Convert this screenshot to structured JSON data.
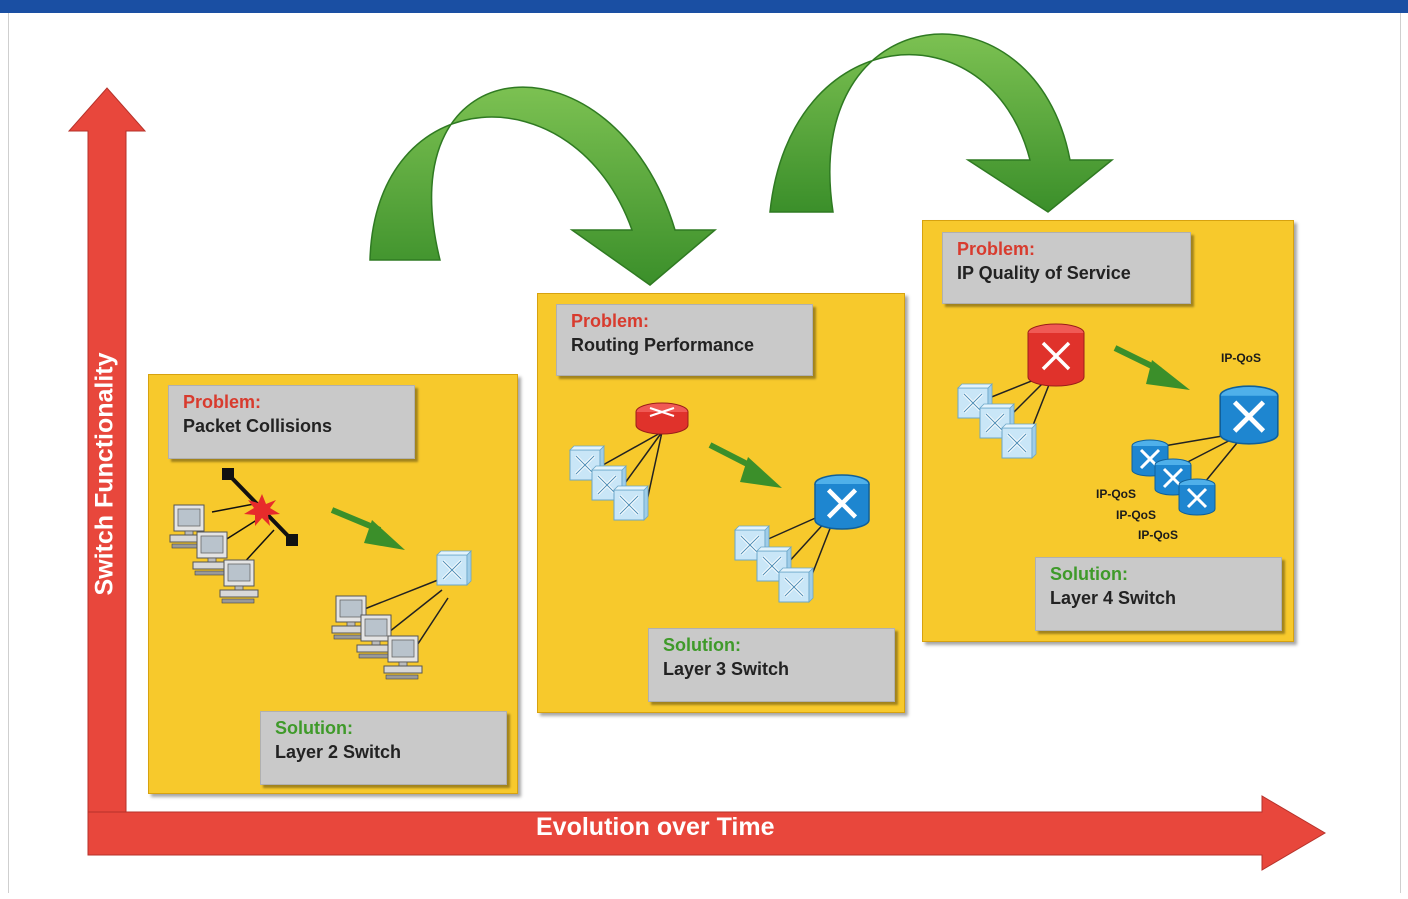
{
  "axes": {
    "x_label": "Evolution over Time",
    "y_label": "Switch Functionality",
    "arrow_color": "#e8473c"
  },
  "stages": [
    {
      "problem_keyword": "Problem:",
      "problem_text": "Packet Collisions",
      "solution_keyword": "Solution:",
      "solution_text": "Layer 2 Switch"
    },
    {
      "problem_keyword": "Problem:",
      "problem_text": "Routing Performance",
      "solution_keyword": "Solution:",
      "solution_text": "Layer 3 Switch"
    },
    {
      "problem_keyword": "Problem:",
      "problem_text": "IP Quality of Service",
      "solution_keyword": "Solution:",
      "solution_text": "Layer 4 Switch",
      "qos_labels": [
        "IP-QoS",
        "IP-QoS",
        "IP-QoS",
        "IP-QoS"
      ]
    }
  ],
  "colors": {
    "panel": "#f7c92c",
    "label_box": "#c9c9c9",
    "problem": "#d83b2e",
    "solution": "#3f9a2a",
    "transition_arrow": "#5fae3c",
    "router_red": "#e0322b",
    "switch_blue": "#1e86d0",
    "switch_light": "#c9e6f7"
  }
}
